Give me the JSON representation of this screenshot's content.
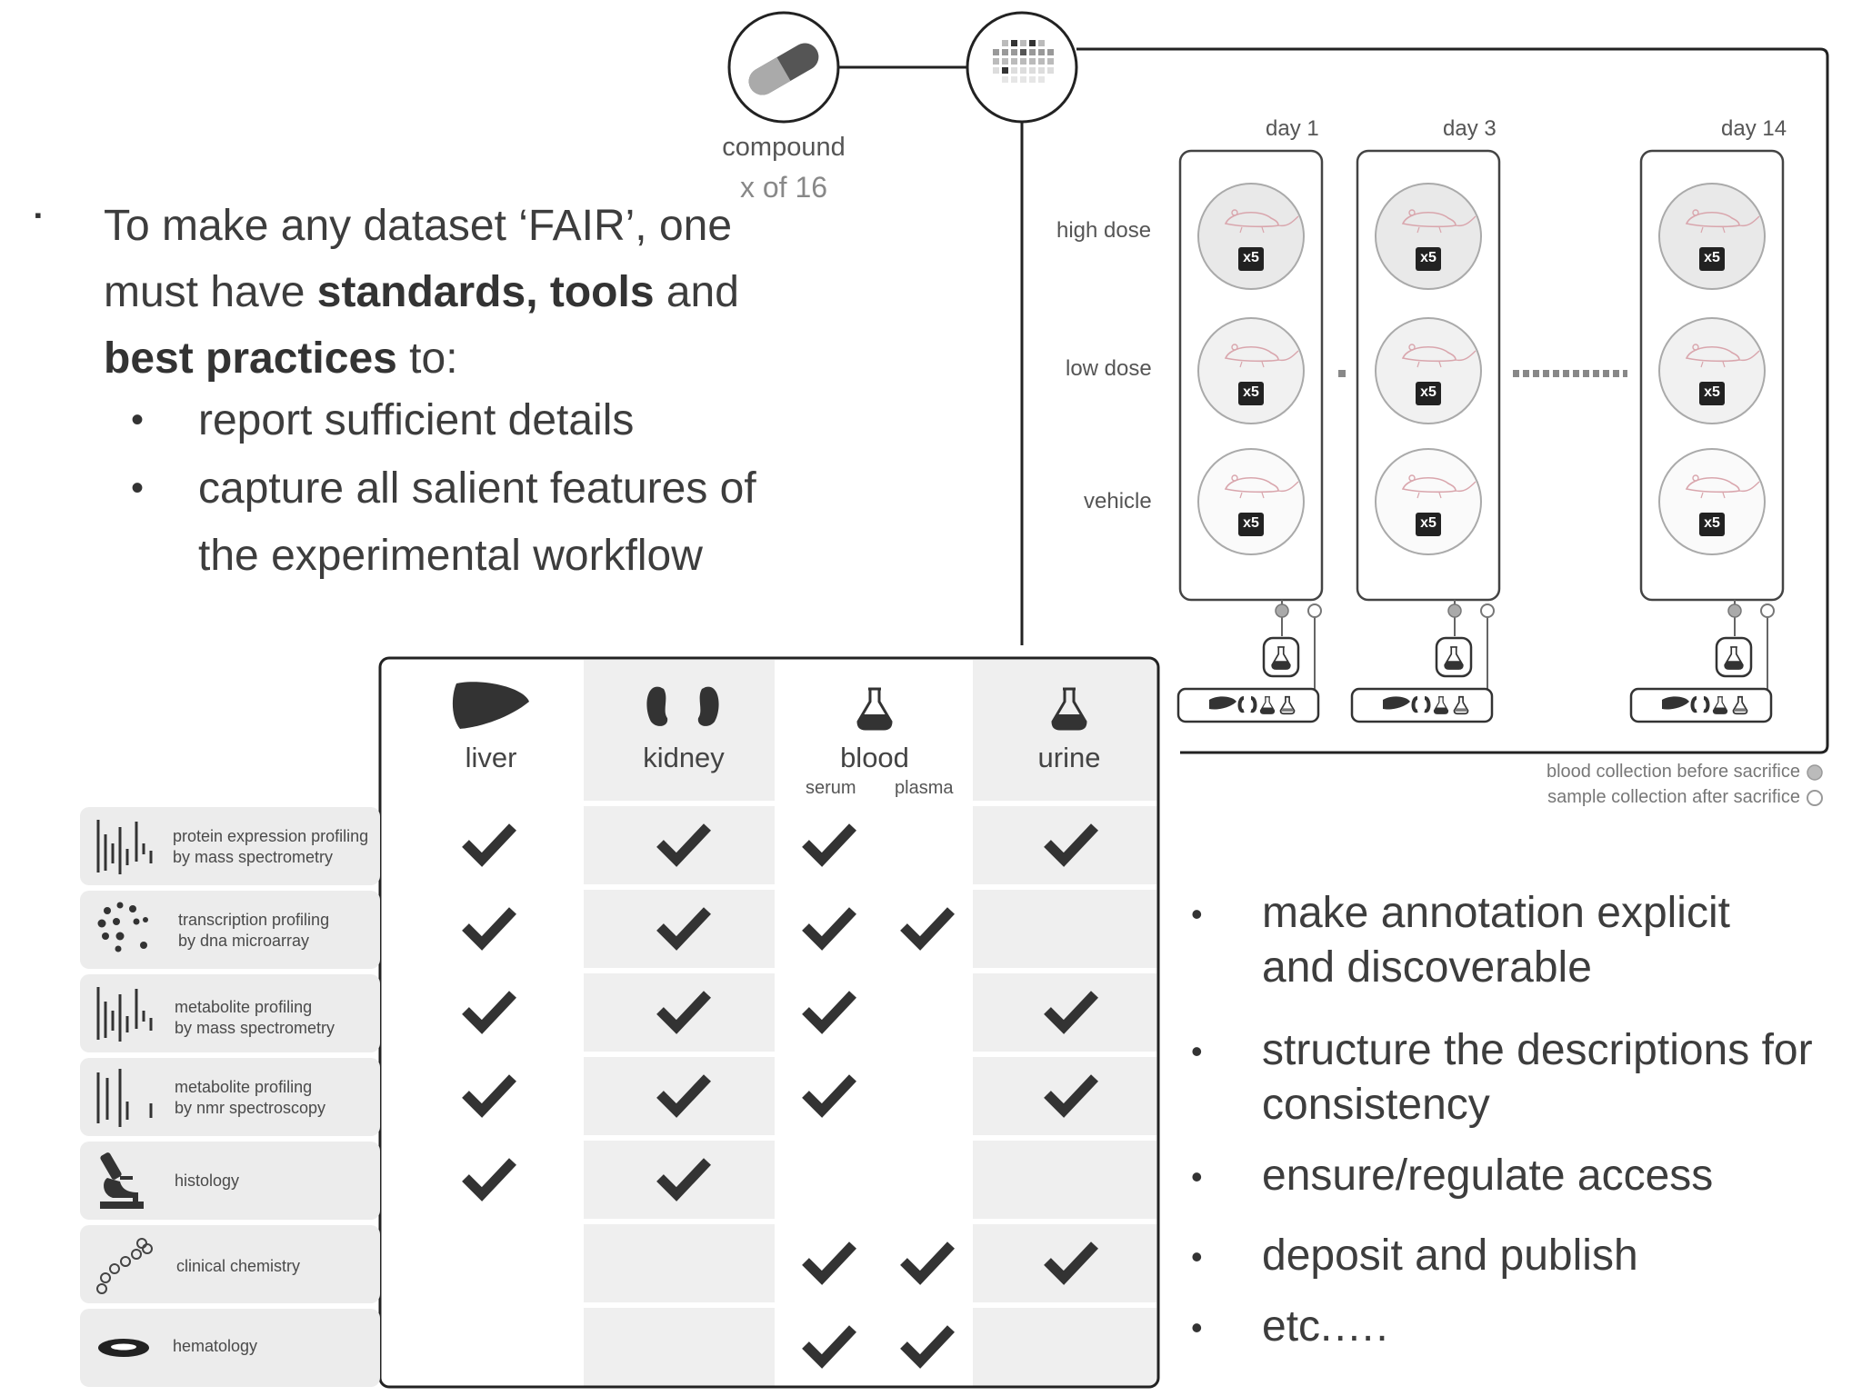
{
  "intro": {
    "bullet": "▪",
    "line1": "To make any dataset ‘FAIR’, one",
    "line2_pre": "must have ",
    "line2_bold": "standards, tools",
    "line2_post": " and",
    "line3_bold": "best practices",
    "line3_post": " to:",
    "sub_bullet": "•",
    "sub1": "report sufficient details",
    "sub2_l1": "capture all salient features of",
    "sub2_l2": "the experimental workflow"
  },
  "right_bullets": {
    "bullet": "•",
    "b1_l1": "make annotation explicit",
    "b1_l2": "and discoverable",
    "b2_l1": "structure the descriptions for",
    "b2_l2": "consistency",
    "b3": "ensure/regulate access",
    "b4": "deposit and publish",
    "b5": "etc.…."
  },
  "design": {
    "compound_label": "compound",
    "compound_count": "x of 16",
    "days": [
      "day 1",
      "day 3",
      "day 14"
    ],
    "doses": [
      "high dose",
      "low dose",
      "vehicle"
    ],
    "replicate": "x5",
    "legend_filled": "blood collection before sacrifice",
    "legend_open": "sample collection after sacrifice"
  },
  "matrix": {
    "tissues": [
      "liver",
      "kidney",
      "blood",
      "urine"
    ],
    "blood_sub": [
      "serum",
      "plasma"
    ],
    "assays": [
      {
        "l1": "protein expression profiling",
        "l2": "by mass spectrometry",
        "icon": "spectrum-icon",
        "checks": [
          1,
          1,
          1,
          0,
          1
        ]
      },
      {
        "l1": "transcription profiling",
        "l2": "by dna microarray",
        "icon": "microarray-icon",
        "checks": [
          1,
          1,
          1,
          1,
          0
        ]
      },
      {
        "l1": "metabolite profiling",
        "l2": "by mass spectrometry",
        "icon": "spectrum-icon",
        "checks": [
          1,
          1,
          1,
          0,
          1
        ]
      },
      {
        "l1": "metabolite profiling",
        "l2": "by nmr spectroscopy",
        "icon": "nmr-icon",
        "checks": [
          1,
          1,
          1,
          0,
          1
        ]
      },
      {
        "l1": "histology",
        "l2": "",
        "icon": "microscope-icon",
        "checks": [
          1,
          1,
          0,
          0,
          0
        ]
      },
      {
        "l1": "clinical chemistry",
        "l2": "",
        "icon": "molecule-icon",
        "checks": [
          0,
          0,
          1,
          1,
          1
        ]
      },
      {
        "l1": "hematology",
        "l2": "",
        "icon": "blood-cell-icon",
        "checks": [
          0,
          0,
          1,
          1,
          0
        ]
      }
    ]
  },
  "colors": {
    "text": "#3d3d3d",
    "panel": "#efefef",
    "ink": "#333333"
  }
}
